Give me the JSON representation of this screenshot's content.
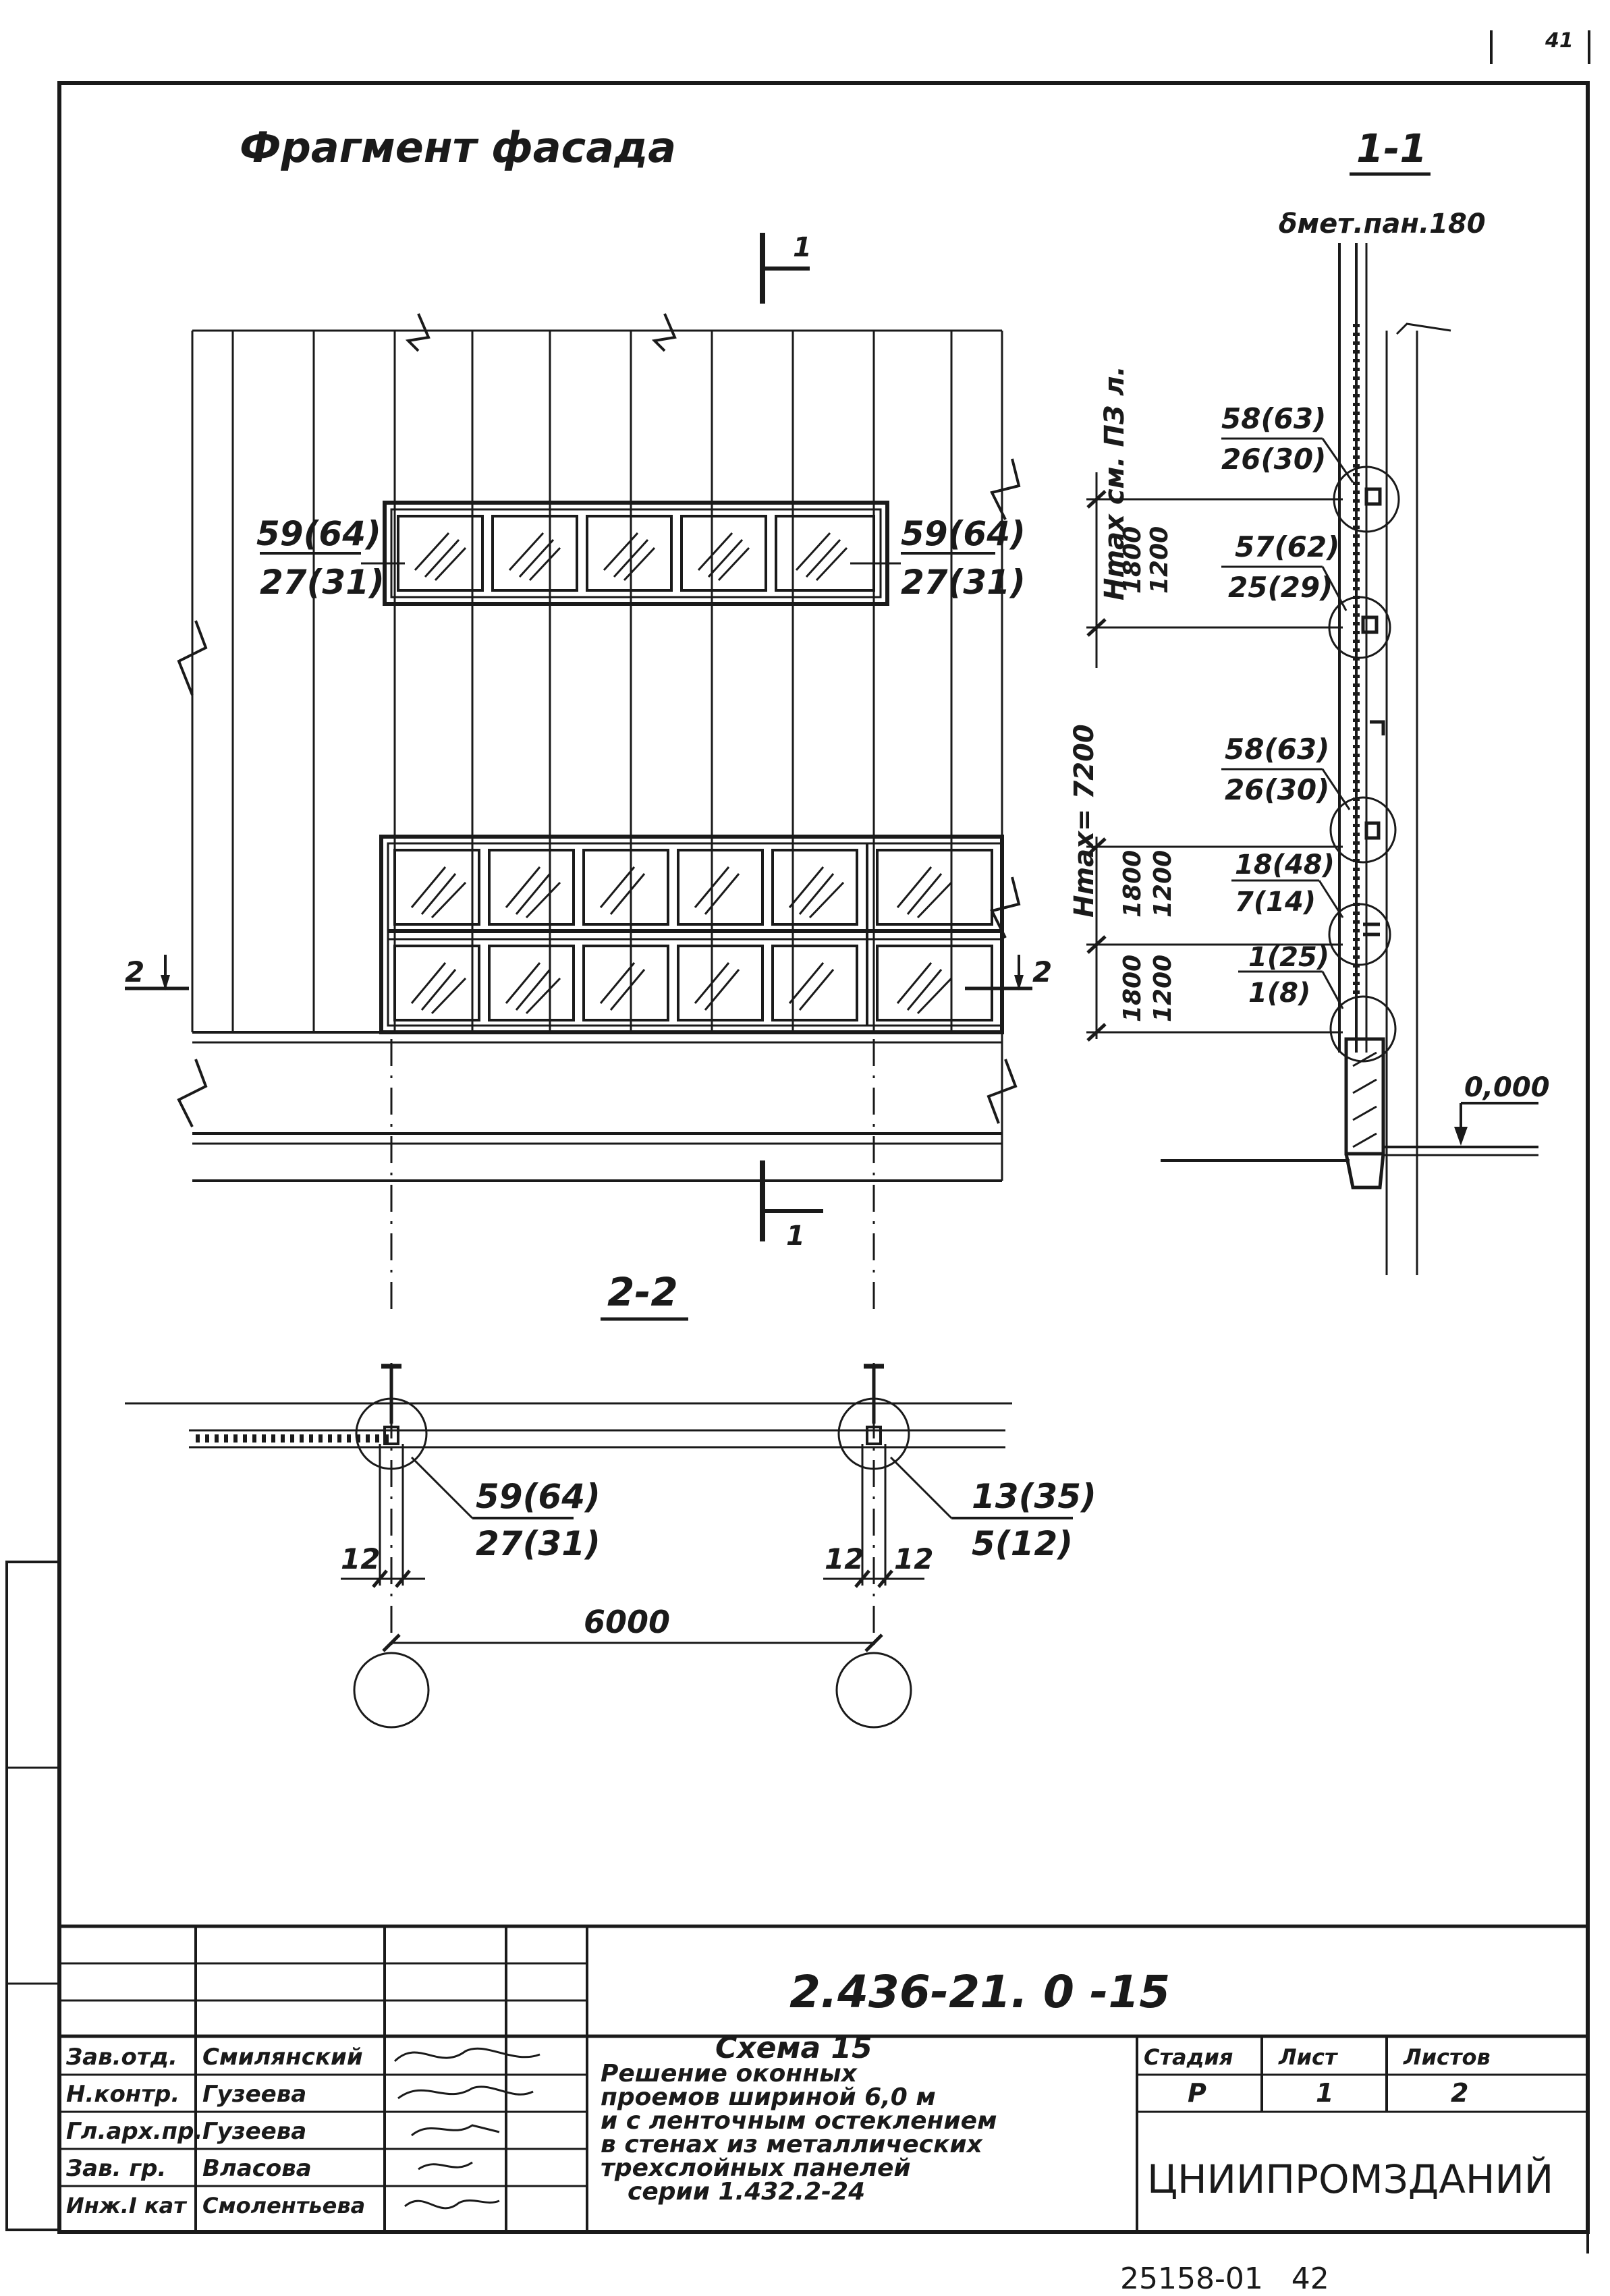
{
  "page_number": "41",
  "facade": {
    "title": "Фрагмент фасада",
    "section_mark": "1",
    "cut_mark": "2",
    "upper_left_top": "59(64)",
    "upper_left_bottom": "27(31)",
    "upper_right_top": "59(64)",
    "upper_right_bottom": "27(31)"
  },
  "section_1_1": {
    "title": "1-1",
    "panel_label": "δмет.пан.180",
    "hmax_note": "Hmax см. ПЗ л.",
    "hmax_value": "Hmax= 7200",
    "dims": [
      "1800",
      "1200",
      "1800",
      "1200",
      "1800",
      "1200"
    ],
    "callouts": [
      {
        "top": "58(63)",
        "bottom": "26(30)"
      },
      {
        "top": "57(62)",
        "bottom": "25(29)"
      },
      {
        "top": "58(63)",
        "bottom": "26(30)"
      },
      {
        "top": "18(48)",
        "bottom": "7(14)"
      },
      {
        "top": "1(25)",
        "bottom": "1(8)"
      }
    ],
    "level": "0,000"
  },
  "section_2_2": {
    "title": "2-2",
    "left_top": "59(64)",
    "left_bottom": "27(31)",
    "right_top": "13(35)",
    "right_bottom": "5(12)",
    "gap_left": "12",
    "gap_mid": "12",
    "gap_right": "12",
    "span": "6000"
  },
  "title_block": {
    "doc_code": "2.436-21. 0 -15",
    "rows": [
      {
        "role": "Зав.отд.",
        "name": "Смилянский"
      },
      {
        "role": "Н.контр.",
        "name": "Гузеева"
      },
      {
        "role": "Гл.арх.пр.",
        "name": "Гузеева"
      },
      {
        "role": "Зав. гр.",
        "name": "Власова"
      },
      {
        "role": "Инж.I кат",
        "name": "Смолентьева"
      }
    ],
    "description": [
      "Схема 15",
      "Решение оконных",
      "проемов шириной 6,0 м",
      "и с ленточным остеклением",
      "в стенах из металлических",
      "трехслойных панелей",
      "серии 1.432.2-24"
    ],
    "stage_label": "Стадия",
    "sheet_label": "Лист",
    "sheets_label": "Листов",
    "stage": "Р",
    "sheet": "1",
    "sheets": "2",
    "organization": "ЦНИИПРОМЗДАНИЙ"
  },
  "footer_code": "25158-01   42"
}
